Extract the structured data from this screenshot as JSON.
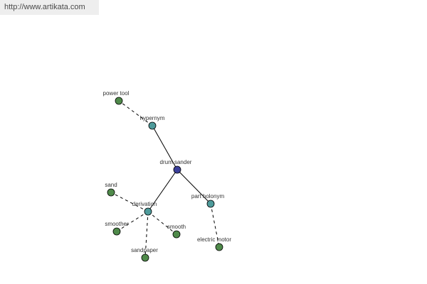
{
  "watermark": {
    "text": "http://www.artikata.com"
  },
  "colors": {
    "center": "#3b3f9a",
    "relation": "#4e9b9b",
    "term": "#4f8a4a"
  },
  "nodes": [
    {
      "id": "drum-sander",
      "label": "drum sander",
      "kind": "center"
    },
    {
      "id": "hypernym",
      "label": "hypernym",
      "kind": "relation"
    },
    {
      "id": "power-tool",
      "label": "power tool",
      "kind": "term"
    },
    {
      "id": "derivation",
      "label": "derivation",
      "kind": "relation"
    },
    {
      "id": "sand",
      "label": "sand",
      "kind": "term"
    },
    {
      "id": "smoother",
      "label": "smoother",
      "kind": "term"
    },
    {
      "id": "smooth",
      "label": "smooth",
      "kind": "term"
    },
    {
      "id": "sandpaper",
      "label": "sandpaper",
      "kind": "term"
    },
    {
      "id": "part-holonym",
      "label": "part holonym",
      "kind": "relation"
    },
    {
      "id": "electric-motor",
      "label": "electric motor",
      "kind": "term"
    }
  ],
  "edges": [
    {
      "from": "drum-sander",
      "to": "hypernym",
      "style": "solid"
    },
    {
      "from": "drum-sander",
      "to": "derivation",
      "style": "solid"
    },
    {
      "from": "drum-sander",
      "to": "part-holonym",
      "style": "solid"
    },
    {
      "from": "hypernym",
      "to": "power-tool",
      "style": "dashed"
    },
    {
      "from": "derivation",
      "to": "sand",
      "style": "dashed"
    },
    {
      "from": "derivation",
      "to": "smoother",
      "style": "dashed"
    },
    {
      "from": "derivation",
      "to": "smooth",
      "style": "dashed"
    },
    {
      "from": "derivation",
      "to": "sandpaper",
      "style": "dashed"
    },
    {
      "from": "part-holonym",
      "to": "electric-motor",
      "style": "dashed"
    }
  ]
}
